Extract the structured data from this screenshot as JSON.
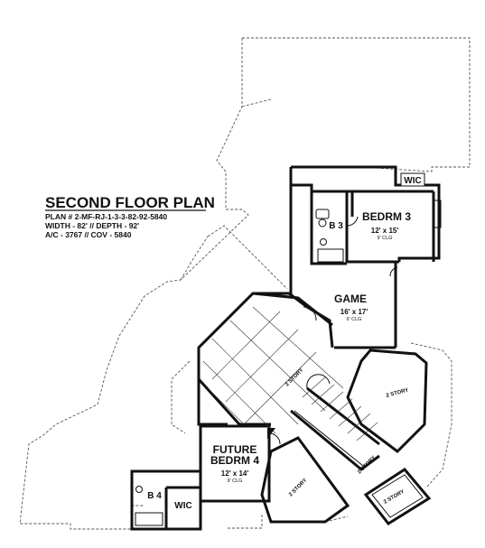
{
  "plan": {
    "title": "SECOND FLOOR PLAN",
    "info": {
      "plan_number": "PLAN # 2-MF-RJ-1-3-3-82-92-5840",
      "dimensions": "WIDTH - 82' // DEPTH - 92'",
      "area": "A/C - 3767 // COV - 5840"
    }
  },
  "rooms": {
    "bedroom3": {
      "name": "BEDRM 3",
      "size": "12' x 15'",
      "ceiling": "9' CLG"
    },
    "bath3": {
      "name": "B 3"
    },
    "wic_top": {
      "name": "WIC"
    },
    "game": {
      "name": "GAME",
      "size": "16' x 17'",
      "ceiling": "9' CLG"
    },
    "future_bedroom4": {
      "line1": "FUTURE",
      "line2": "BEDRM 4",
      "size": "12' x 14'",
      "ceiling": "9' CLG"
    },
    "bath4": {
      "name": "B 4"
    },
    "wic_bottom": {
      "name": "WIC"
    },
    "two_story_labels": [
      "2 STORY",
      "2 STORY",
      "2 STORY",
      "2 STORY",
      "2 STORY"
    ]
  }
}
